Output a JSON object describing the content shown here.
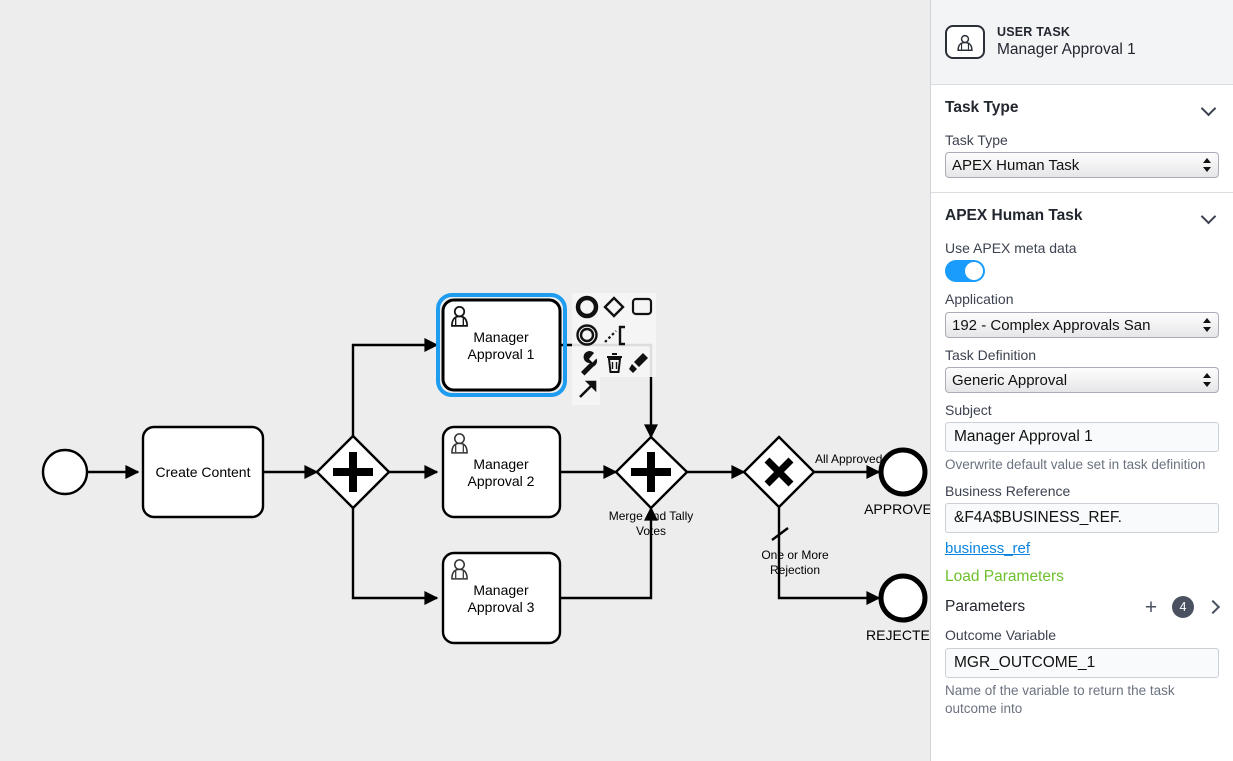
{
  "canvas": {
    "background_color": "#ededed",
    "selection_color": "#1e9cf0",
    "nodes": [
      {
        "id": "start",
        "type": "start-event",
        "label": ""
      },
      {
        "id": "create-content",
        "type": "task",
        "label": "Create Content"
      },
      {
        "id": "split-gateway",
        "type": "parallel-gateway",
        "label": ""
      },
      {
        "id": "manager-approval-1",
        "type": "user-task",
        "label": "Manager Approval 1",
        "selected": true
      },
      {
        "id": "manager-approval-2",
        "type": "user-task",
        "label": "Manager Approval 2"
      },
      {
        "id": "manager-approval-3",
        "type": "user-task",
        "label": "Manager Approval 3"
      },
      {
        "id": "merge-gateway",
        "type": "parallel-gateway",
        "label": "Merge and Tally Votes"
      },
      {
        "id": "decision-gateway",
        "type": "exclusive-gateway",
        "label": ""
      },
      {
        "id": "end-approved",
        "type": "end-event",
        "label": "APPROVED"
      },
      {
        "id": "end-rejected",
        "type": "end-event",
        "label": "REJECTED"
      }
    ],
    "flow_labels": {
      "all_approved": "All Approved",
      "one_or_more_rejection_line1": "One or More",
      "one_or_more_rejection_line2": "Rejection",
      "merge_line1": "Merge and Tally",
      "merge_line2": "Votes"
    },
    "task_lines": {
      "mgr1_line1": "Manager",
      "mgr1_line2": "Approval 1",
      "mgr2_line1": "Manager",
      "mgr2_line2": "Approval 2",
      "mgr3_line1": "Manager",
      "mgr3_line2": "Approval 3"
    },
    "context_pad": [
      {
        "name": "append-end-event-icon",
        "glyph": "circle"
      },
      {
        "name": "append-gateway-icon",
        "glyph": "diamond"
      },
      {
        "name": "append-task-icon",
        "glyph": "rectangle"
      },
      {
        "name": "append-intermediate-event-icon",
        "glyph": "double-circle"
      },
      {
        "name": "append-text-annotation-icon",
        "glyph": "annotation"
      },
      {
        "name": "change-type-wrench-icon",
        "glyph": "wrench"
      },
      {
        "name": "delete-trash-icon",
        "glyph": "trash"
      },
      {
        "name": "set-color-paintbrush-icon",
        "glyph": "paintbrush"
      },
      {
        "name": "connect-arrow-icon",
        "glyph": "arrow"
      }
    ]
  },
  "panel": {
    "header": {
      "icon": "user-task-icon",
      "kind": "USER TASK",
      "name": "Manager Approval 1"
    },
    "groups": [
      {
        "id": "task-type",
        "title": "Task Type",
        "expanded": true
      },
      {
        "id": "apex-human-task",
        "title": "APEX Human Task",
        "expanded": true
      }
    ],
    "task_type": {
      "title": "Task Type",
      "field_label": "Task Type",
      "value": "APEX Human Task",
      "options": [
        "APEX Human Task"
      ]
    },
    "apex_human_task": {
      "title": "APEX Human Task",
      "use_meta_data_label": "Use APEX meta data",
      "use_meta_data_on": true,
      "toggle_color": "#1a9cfc",
      "application_label": "Application",
      "application_value": "192 - Complex Approvals San",
      "application_options": [
        "192 - Complex Approvals San"
      ],
      "task_definition_label": "Task Definition",
      "task_definition_value": "Generic Approval",
      "task_definition_options": [
        "Generic Approval"
      ],
      "subject_label": "Subject",
      "subject_value": "Manager Approval 1",
      "subject_hint": "Overwrite default value set in task definition",
      "business_reference_label": "Business Reference",
      "business_reference_value": "&F4A$BUSINESS_REF.",
      "business_reference_link": "business_ref",
      "business_reference_link_color": "#0a84e0",
      "load_parameters_label": "Load Parameters",
      "load_parameters_color": "#6ec12e",
      "parameters_label": "Parameters",
      "parameters_add": "+",
      "parameters_count": "4",
      "parameters_badge_color": "#4a5262",
      "outcome_variable_label": "Outcome Variable",
      "outcome_variable_value": "MGR_OUTCOME_1",
      "outcome_variable_hint": "Name of the variable to return the task outcome into"
    }
  }
}
